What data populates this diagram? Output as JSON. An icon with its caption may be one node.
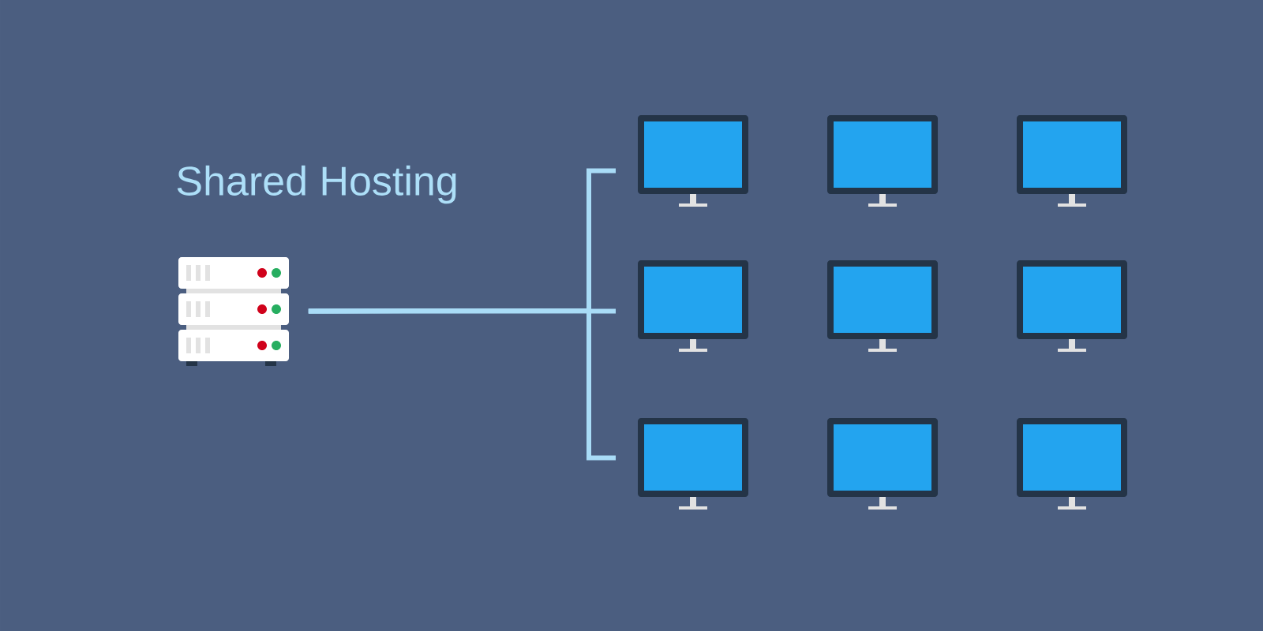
{
  "diagram": {
    "title": "Shared Hosting",
    "nodes": [
      {
        "text": [],
        "shape": "picture"
      },
      {
        "text": [],
        "shape": "picture"
      },
      {
        "text": [],
        "shape": "picture"
      },
      {
        "text": [],
        "shape": "picture"
      },
      {
        "text": [],
        "shape": "picture"
      },
      {
        "text": [],
        "shape": "picture"
      },
      {
        "text": [],
        "shape": "picture"
      },
      {
        "text": [],
        "shape": "picture"
      },
      {
        "text": [],
        "shape": "picture"
      },
      {
        "text": [],
        "shape": "picture"
      }
    ],
    "edges": [
      {
        "from": 0,
        "to": 1,
        "arrow": "none"
      },
      {
        "from": 0,
        "to": 4,
        "arrow": "none"
      },
      {
        "from": 0,
        "to": 7,
        "arrow": "none"
      }
    ]
  }
}
